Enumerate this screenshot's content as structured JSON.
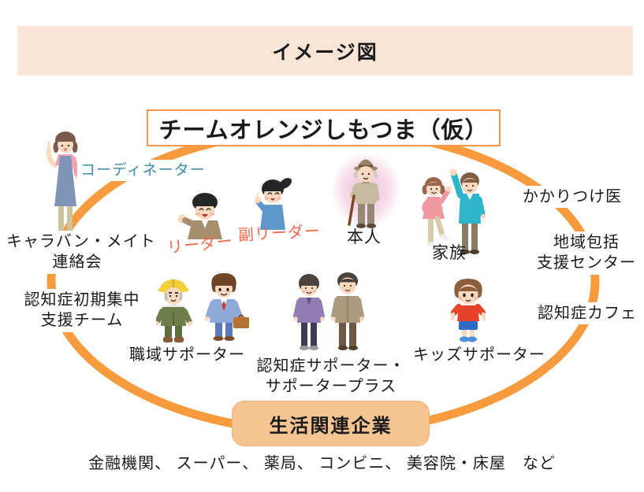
{
  "header": {
    "title": "イメージ図"
  },
  "team": {
    "title": "チームオレンジしもつま（仮）"
  },
  "members": {
    "coordinator": {
      "label": "コーディネーター"
    },
    "leader": {
      "label": "リーダー"
    },
    "vice_leader": {
      "label": "副リーダー"
    },
    "person": {
      "label": "本人"
    },
    "family": {
      "label": "家族"
    },
    "workplace_supporter": {
      "label": "職域サポーター"
    },
    "dementia_supporter": {
      "line1": "認知症サポーター・",
      "line2": "サポータープラス"
    },
    "kids_supporter": {
      "label": "キッズサポーター"
    }
  },
  "partners": {
    "caravan_mate": {
      "line1": "キャラバン・メイト",
      "line2": "連絡会"
    },
    "initial_support_team": {
      "line1": "認知症初期集中",
      "line2": "支援チーム"
    },
    "family_doctor": {
      "label": "かかりつけ医"
    },
    "community_support_center": {
      "line1": "地域包括",
      "line2": "支援センター"
    },
    "dementia_cafe": {
      "label": "認知症カフェ"
    }
  },
  "bottom": {
    "life_companies": "生活関連企業",
    "examples": "金融機関、 スーパー、 薬局、 コンビニ、 美容院・床屋　など"
  },
  "colors": {
    "banner_bg": "#FBE5D6",
    "ring": "#F79B3E",
    "title_border": "#F79646",
    "coordinator_label": "#3D8CA8",
    "leader_label": "#F26649",
    "life_box_bg": "#F6C491",
    "text": "#1A1A1A"
  }
}
